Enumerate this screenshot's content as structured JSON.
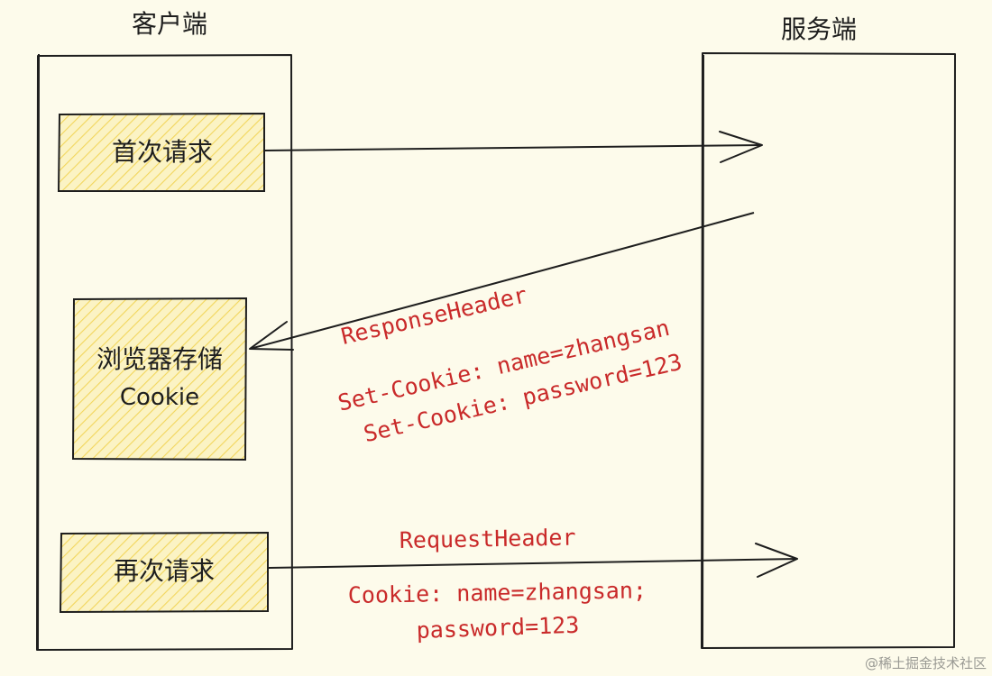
{
  "columns": {
    "client": "客户端",
    "server": "服务端"
  },
  "client_boxes": {
    "first_request": "首次请求",
    "storage_line1": "浏览器存储",
    "storage_line2": "Cookie",
    "second_request": "再次请求"
  },
  "response": {
    "header": "ResponseHeader",
    "line1": "Set-Cookie: name=zhangsan",
    "line2": "Set-Cookie: password=123"
  },
  "request": {
    "header": "RequestHeader",
    "line1": "Cookie: name=zhangsan;",
    "line2": "password=123"
  },
  "watermark": "@稀土掘金技术社区",
  "colors": {
    "background": "#fdfbeb",
    "stroke": "#1e1e1e",
    "box_fill": "#fbf3c4",
    "hatch": "#f2d65c",
    "annotation": "#c92a2a"
  }
}
